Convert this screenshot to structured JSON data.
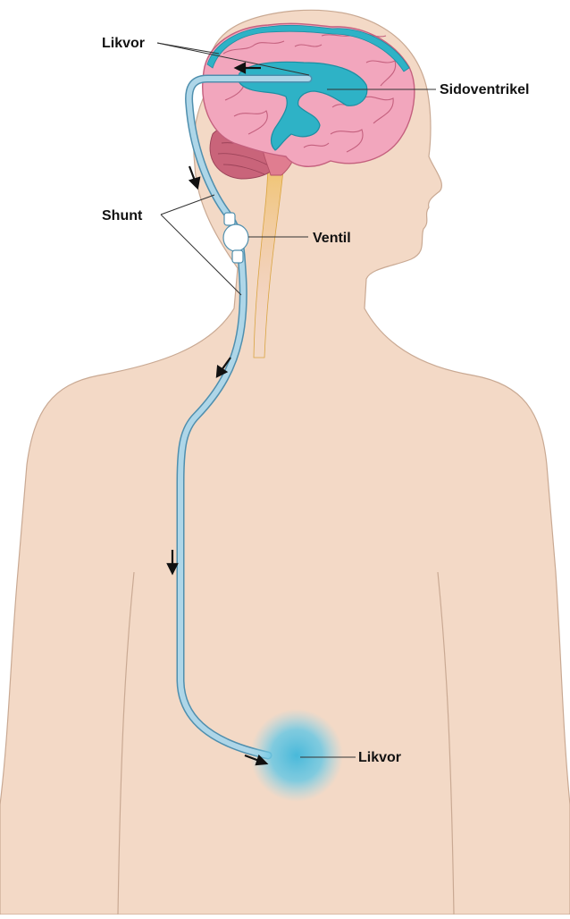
{
  "labels": {
    "likvor_top": "Likvor",
    "sidoventrikel": "Sidoventrikel",
    "shunt": "Shunt",
    "ventil": "Ventil",
    "likvor_bottom": "Likvor"
  },
  "colors": {
    "skin": "#f3d9c6",
    "skin_outline": "#c9a993",
    "brain": "#f2a6bd",
    "brain_outline": "#c4607e",
    "ventricle": "#2eb2c6",
    "ventricle_dark": "#1c8ea2",
    "cerebellum": "#c9647a",
    "spinal_cord": "#f0c46b",
    "shunt_tube": "#aed6e8",
    "shunt_outline": "#4f8fae",
    "csf_pool": "#5ec3e0",
    "arrow": "#111111"
  }
}
